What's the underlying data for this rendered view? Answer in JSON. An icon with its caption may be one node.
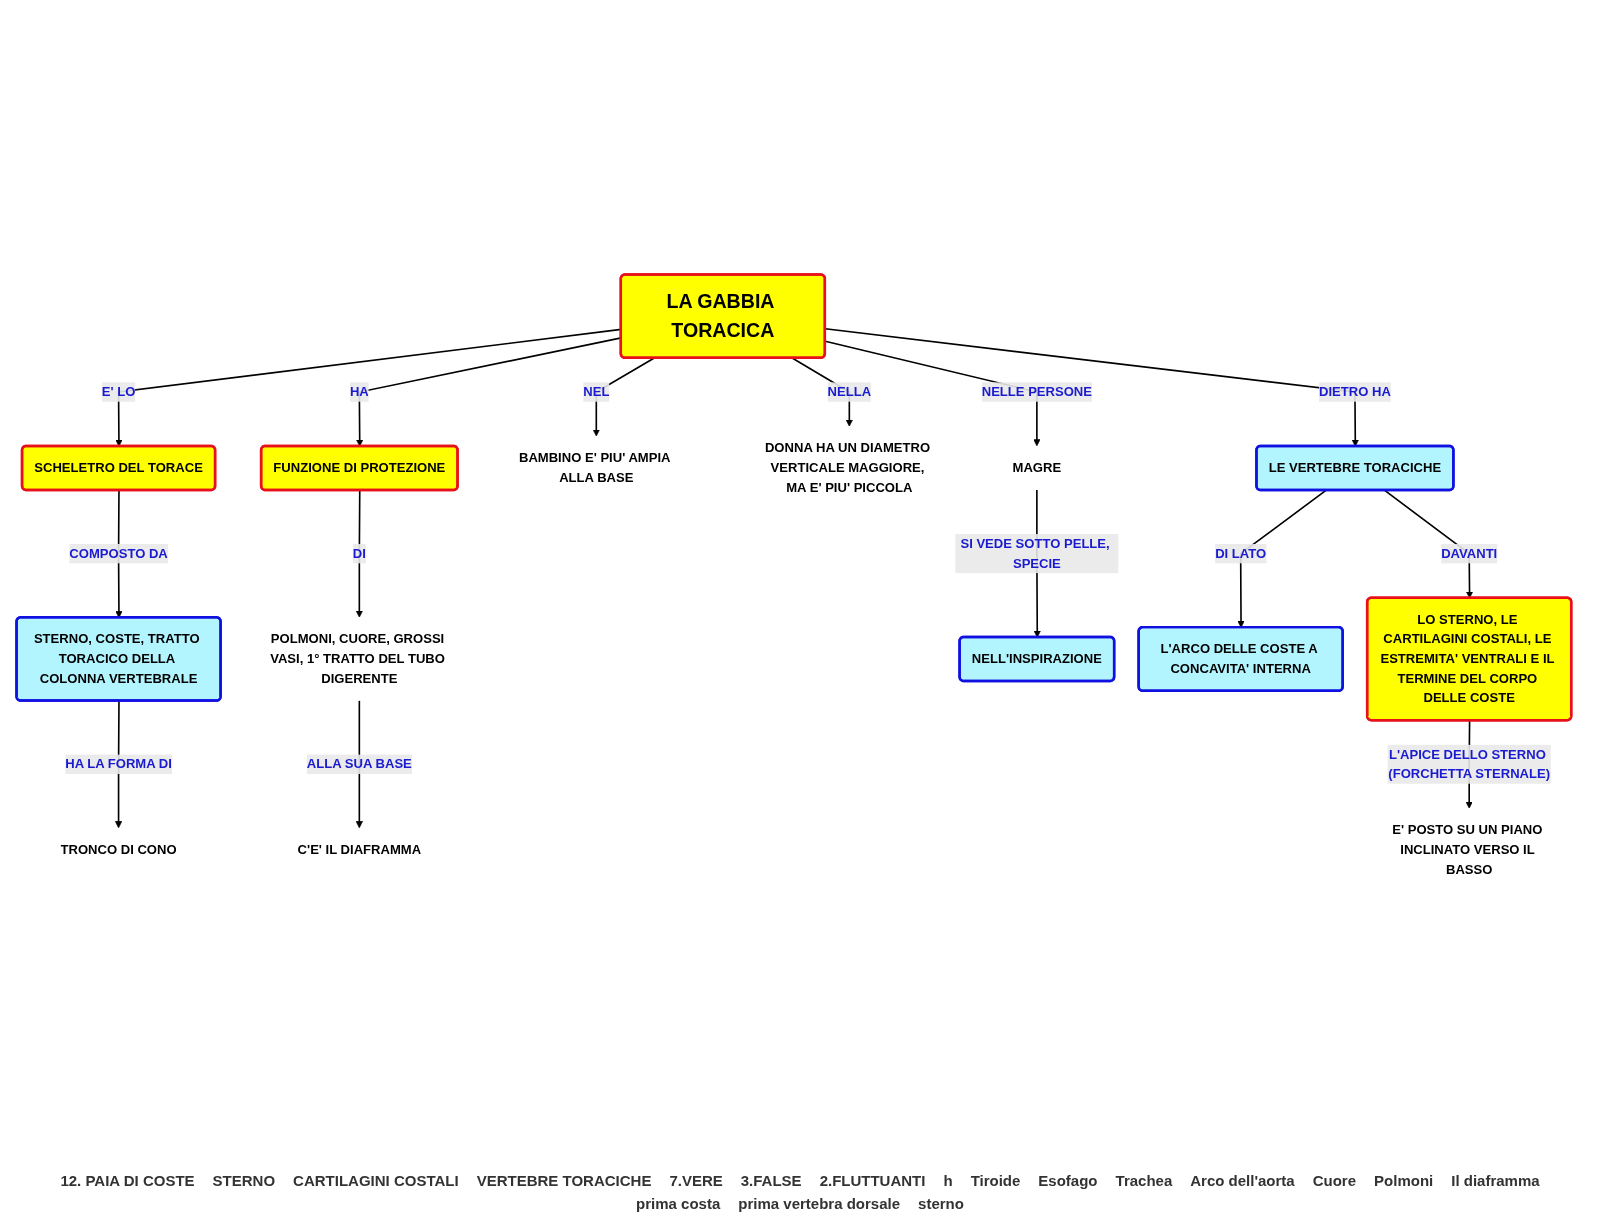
{
  "diagram": {
    "nodes": [
      {
        "text": [
          "LA GABBIA TORACICA"
        ]
      },
      {
        "text": [
          "SCHELETRO DEL TORACE"
        ]
      },
      {
        "text": [
          "STERNO, COSTE, TRATTO TORACICO DELLA COLONNA VERTEBRALE"
        ]
      },
      {
        "text": [
          "TRONCO DI CONO"
        ]
      },
      {
        "text": [
          "FUNZIONE DI PROTEZIONE"
        ]
      },
      {
        "text": [
          "POLMONI, CUORE, GROSSI VASI, 1° TRATTO DEL TUBO DIGERENTE"
        ]
      },
      {
        "text": [
          "C'E' IL DIAFRAMMA"
        ]
      },
      {
        "text": [
          "BAMBINO E' PIU' AMPIA ALLA BASE"
        ]
      },
      {
        "text": [
          "DONNA HA UN DIAMETRO VERTICALE MAGGIORE, MA E' PIU' PICCOLA"
        ]
      },
      {
        "text": [
          "MAGRE"
        ]
      },
      {
        "text": [
          "NELL'INSPIRAZIONE"
        ]
      },
      {
        "text": [
          "LE VERTEBRE TORACICHE"
        ]
      },
      {
        "text": [
          "L'ARCO DELLE COSTE A CONCAVITA' INTERNA"
        ]
      },
      {
        "text": [
          "LO STERNO, LE CARTILAGINI COSTALI, LE ESTREMITA' VENTRALI E IL TERMINE DEL CORPO DELLE COSTE"
        ]
      },
      {
        "text": [
          "E' POSTO SU UN PIANO INCLINATO VERSO IL BASSO"
        ]
      }
    ],
    "edges": [
      {
        "from": 0,
        "to": 1,
        "arrow": "to",
        "label": "E' LO"
      },
      {
        "from": 1,
        "to": 2,
        "arrow": "to",
        "label": "COMPOSTO DA"
      },
      {
        "from": 2,
        "to": 3,
        "arrow": "to",
        "label": "HA LA FORMA DI"
      },
      {
        "from": 0,
        "to": 4,
        "arrow": "to",
        "label": "HA"
      },
      {
        "from": 4,
        "to": 5,
        "arrow": "to",
        "label": "DI"
      },
      {
        "from": 5,
        "to": 6,
        "arrow": "to",
        "label": "ALLA SUA BASE"
      },
      {
        "from": 0,
        "to": 7,
        "arrow": "to",
        "label": "NEL"
      },
      {
        "from": 0,
        "to": 8,
        "arrow": "to",
        "label": "NELLA"
      },
      {
        "from": 0,
        "to": 9,
        "arrow": "to",
        "label": "NELLE PERSONE"
      },
      {
        "from": 9,
        "to": 10,
        "arrow": "to",
        "label": "SI VEDE SOTTO PELLE, SPECIE"
      },
      {
        "from": 0,
        "to": 11,
        "arrow": "to",
        "label": "DIETRO HA"
      },
      {
        "from": 11,
        "to": 12,
        "arrow": "to",
        "label": "DI LATO"
      },
      {
        "from": 11,
        "to": 13,
        "arrow": "to",
        "label": "DAVANTI"
      },
      {
        "from": 13,
        "to": 14,
        "arrow": "to",
        "label": "L'APICE DELLO STERNO (FORCHETTA STERNALE)"
      }
    ],
    "labels": [
      "12. PAIA DI COSTE",
      "STERNO",
      "CARTILAGINI COSTALI",
      "VERTEBRE TORACICHE",
      "7.VERE",
      "3.FALSE",
      "2.FLUTTUANTI",
      "h",
      "Tiroide",
      "Esofago",
      "Trachea",
      "Arco dell'aorta",
      "Cuore",
      "Polmoni",
      "Il diaframma",
      "prima costa",
      "prima vertebra dorsale",
      "sterno"
    ]
  }
}
